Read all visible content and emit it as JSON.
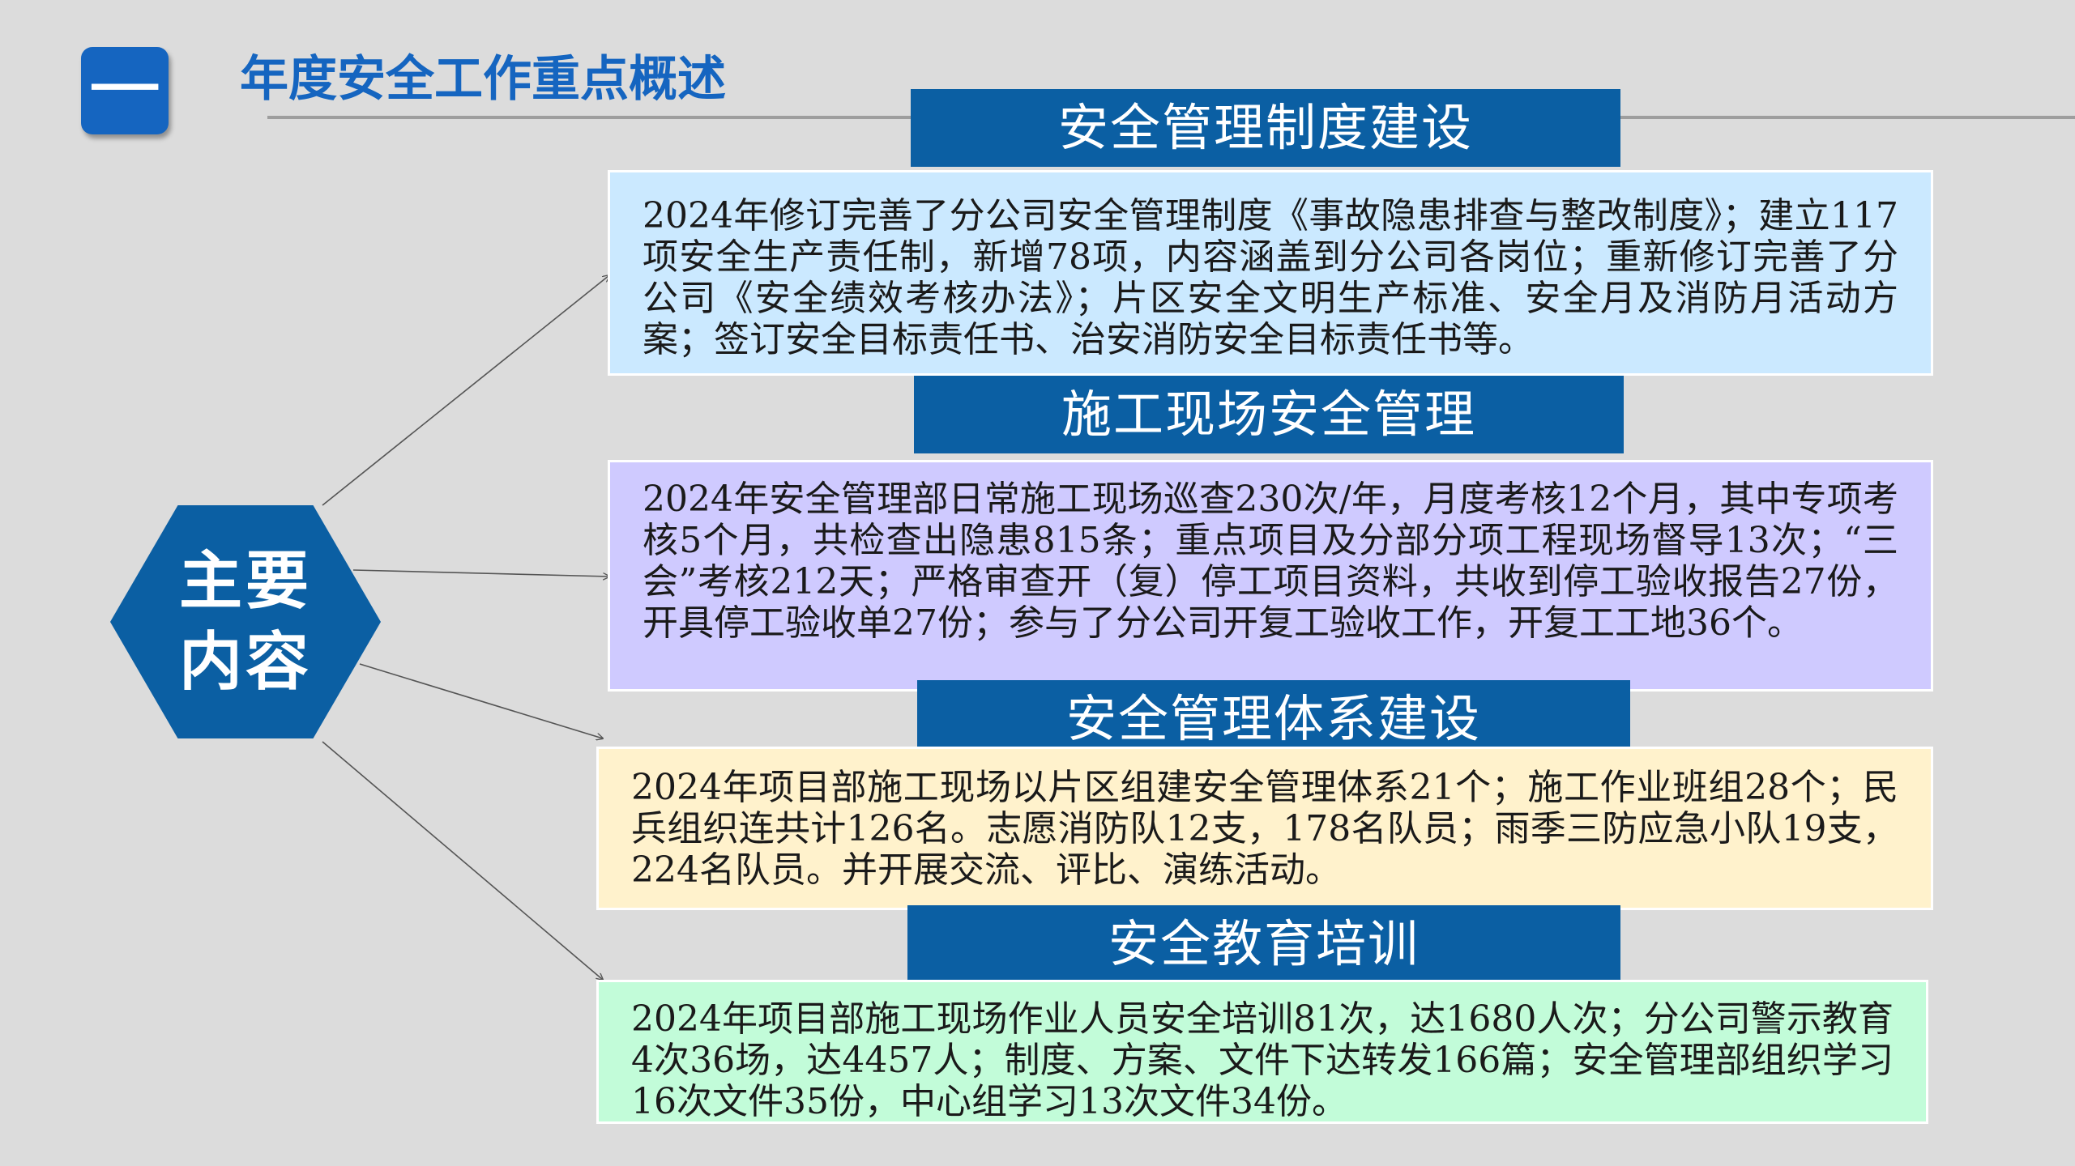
{
  "header": {
    "badge_text": "一",
    "title": "年度安全工作重点概述"
  },
  "center": {
    "label": "主要内容"
  },
  "colors": {
    "primary": "#0b5fa3",
    "title_blue": "#1565c0",
    "background": "#dcdcdc"
  },
  "sections": [
    {
      "title": "安全管理制度建设",
      "bg_color": "#cbe9ff",
      "text": "2024年修订完善了分公司安全管理制度《事故隐患排查与整改制度》；建立117项安全生产责任制，新增78项，内容涵盖到分公司各岗位；重新修订完善了分公司《安全绩效考核办法》；片区安全文明生产标准、安全月及消防月活动方案；签订安全目标责任书、治安消防安全目标责任书等。"
    },
    {
      "title": "施工现场安全管理",
      "bg_color": "#cfcaff",
      "text": "2024年安全管理部日常施工现场巡查230次/年，月度考核12个月，其中专项考核5个月，共检查出隐患815条；重点项目及分部分项工程现场督导13次；“三会”考核212天；严格审查开（复）停工项目资料，共收到停工验收报告27份，开具停工验收单27份；参与了分公司开复工验收工作，开复工工地36个。"
    },
    {
      "title": "安全管理体系建设",
      "bg_color": "#fff2cc",
      "text": "2024年项目部施工现场以片区组建安全管理体系21个；施工作业班组28个；民兵组织连共计126名。志愿消防队12支，178名队员；雨季三防应急小队19支，224名队员。并开展交流、评比、演练活动。"
    },
    {
      "title": "安全教育培训",
      "bg_color": "#c2fcd9",
      "text": "2024年项目部施工现场作业人员安全培训81次，达1680人次；分公司警示教育4次36场，达4457人；制度、方案、文件下达转发166篇；安全管理部组织学习16次文件35份，中心组学习13次文件34份。"
    }
  ]
}
